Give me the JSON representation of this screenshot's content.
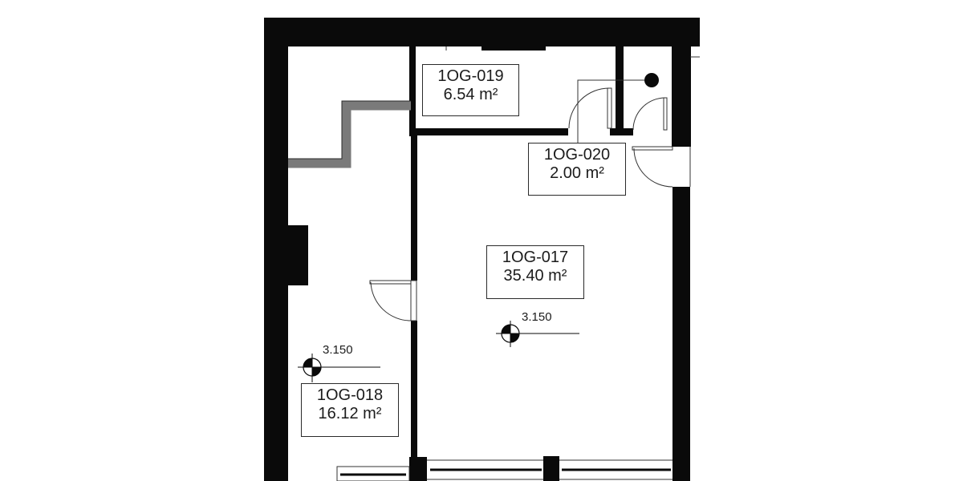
{
  "plan": {
    "rooms": [
      {
        "id": "1OG-019",
        "area": "6.54 m²"
      },
      {
        "id": "1OG-020",
        "area": "2.00 m²"
      },
      {
        "id": "1OG-017",
        "area": "35.40 m²"
      },
      {
        "id": "1OG-018",
        "area": "16.12 m²"
      }
    ],
    "level_markers": [
      {
        "room": "1OG-017",
        "value": "3.150"
      },
      {
        "room": "1OG-018",
        "value": "3.150"
      }
    ],
    "colors": {
      "wall": "#0a0a0a",
      "partition": "#7a7a7a",
      "line": "#333333",
      "background": "#ffffff"
    }
  }
}
